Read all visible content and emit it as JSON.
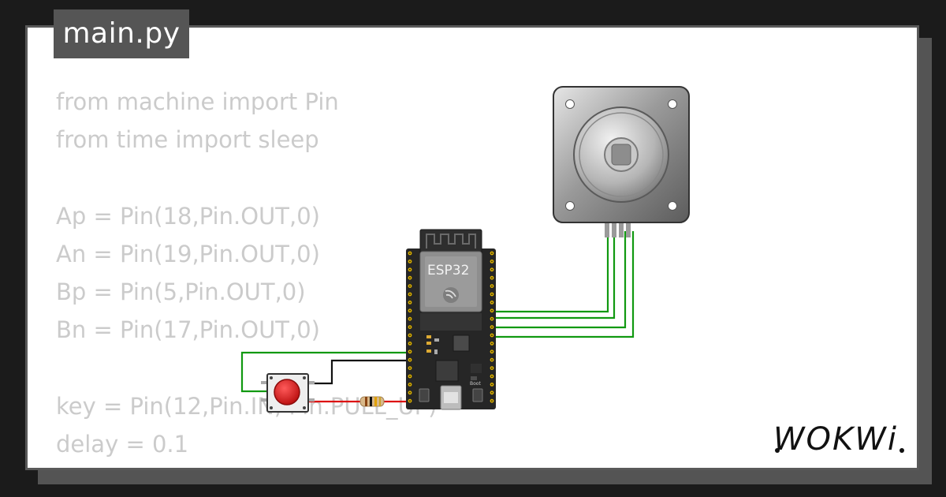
{
  "file_tab": {
    "label": "main.py"
  },
  "code_lines": [
    "from machine import Pin",
    "from time import sleep",
    "",
    "Ap = Pin(18,Pin.OUT,0)",
    "An = Pin(19,Pin.OUT,0)",
    "Bp = Pin(5,Pin.OUT,0)",
    "Bn = Pin(17,Pin.OUT,0)",
    "",
    "key = Pin(12,Pin.IN, Pin.PULL_UP)",
    "delay = 0.1"
  ],
  "board": {
    "label": "ESP32",
    "boot_label": "Boot"
  },
  "brand": {
    "logo": "WOKWi"
  },
  "colors": {
    "background": "#1b1b1b",
    "canvas": "#ffffff",
    "tab": "#555555",
    "code": "#cbcbcb",
    "wire_green": "#119911",
    "wire_black": "#111111",
    "wire_red": "#dd1111",
    "button_red": "#dd1a1a",
    "board": "#262626"
  },
  "icons": {
    "motor": "stepper-motor-icon",
    "board": "esp32-devkit-icon",
    "button": "pushbutton-icon",
    "resistor": "resistor-icon"
  }
}
